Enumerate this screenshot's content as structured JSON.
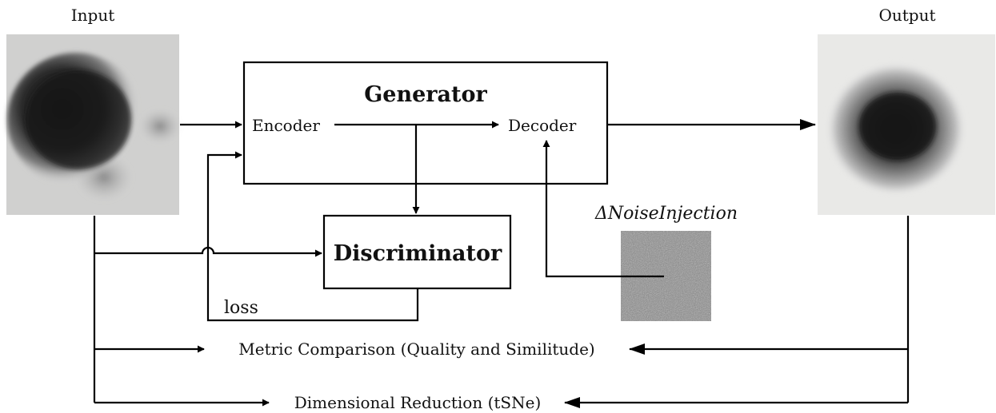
{
  "diagram": {
    "input_label": "Input",
    "output_label": "Output",
    "generator_title": "Generator",
    "encoder_label": "Encoder",
    "decoder_label": "Decoder",
    "discriminator_label": "Discriminator",
    "loss_label": "loss",
    "noise_label": "ΔNoiseInjection",
    "metric_comparison_label": "Metric Comparison (Quality and Similitude)",
    "dimensional_reduction_label": "Dimensional Reduction (tSNe)"
  }
}
